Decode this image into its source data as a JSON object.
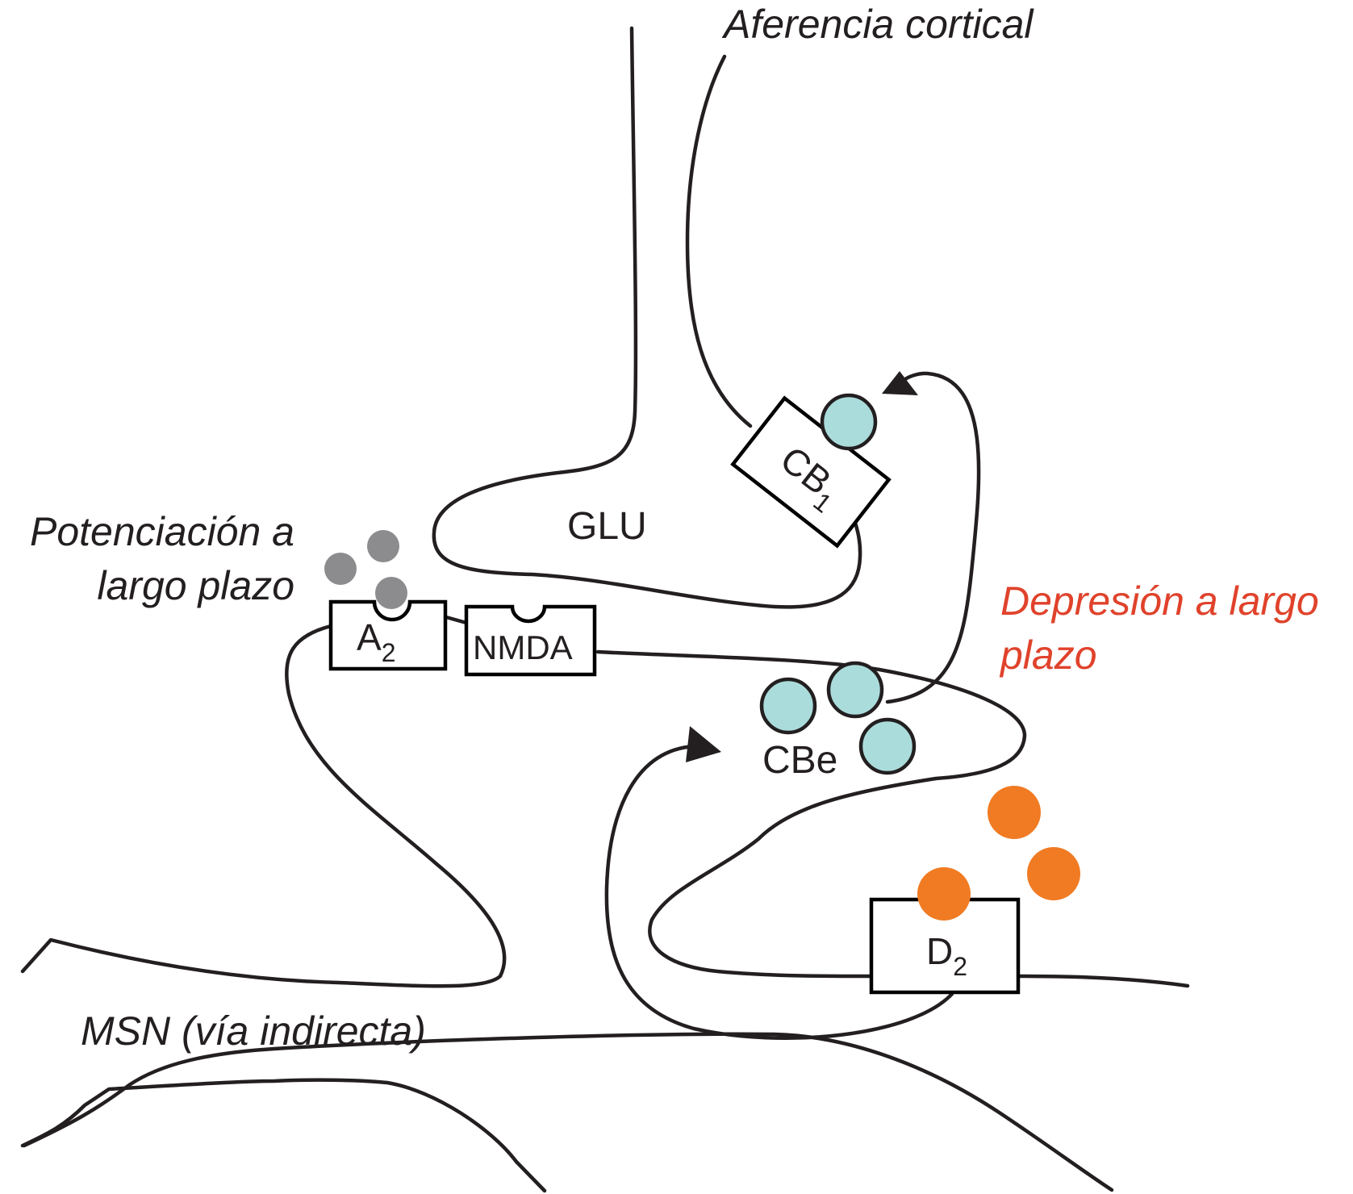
{
  "labels": {
    "cortical_afferent": "Aferencia cortical",
    "ltp_line1": "Potenciación a",
    "ltp_line2": "largo plazo",
    "ltd_line1": "Depresión a largo",
    "ltd_line2": "plazo",
    "glu": "GLU",
    "cbe": "CBe",
    "msn": "MSN (vía indirecta)"
  },
  "receptors": {
    "cb1": {
      "name": "CB",
      "subscript": "1"
    },
    "a2": {
      "name": "A",
      "subscript": "2"
    },
    "nmda": {
      "name": "NMDA"
    },
    "d2": {
      "name": "D",
      "subscript": "2"
    }
  },
  "colors": {
    "line": "#231f20",
    "endocannabinoid": "#abdcdc",
    "adenosine": "#8c8b8d",
    "dopamine": "#f07b23",
    "ltd_text": "#e0422b",
    "text": "#231f20"
  },
  "molecule_groups": [
    {
      "name": "adenosine",
      "count": 3
    },
    {
      "name": "endocannabinoid",
      "count": 4
    },
    {
      "name": "dopamine",
      "count": 3
    }
  ]
}
